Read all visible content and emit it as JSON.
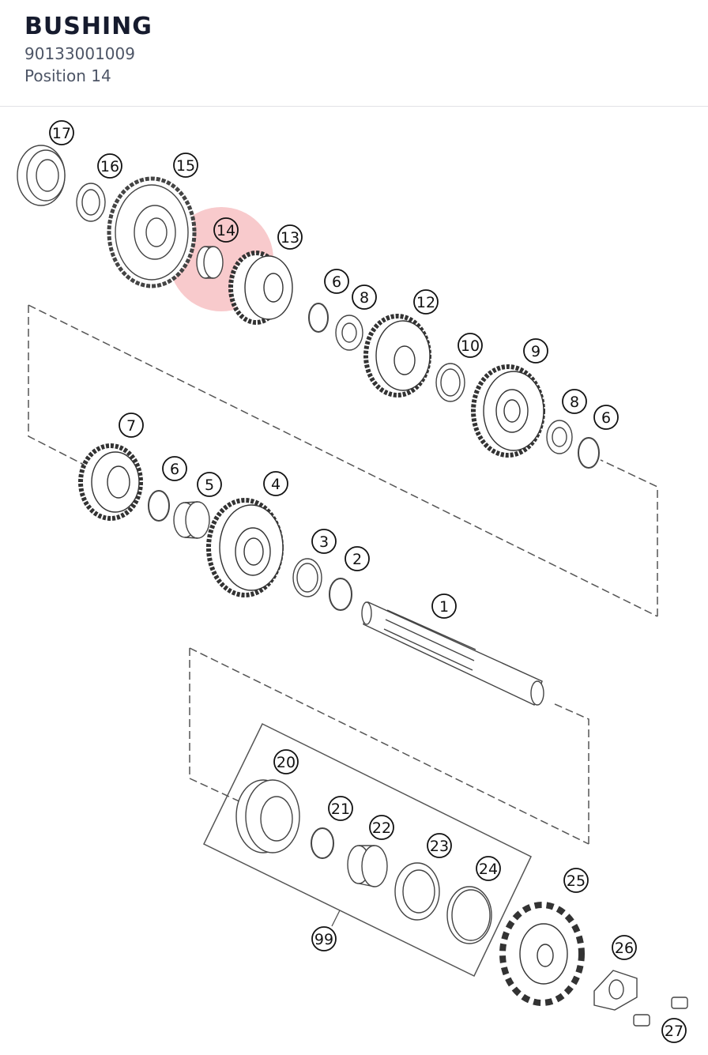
{
  "header": {
    "title": "BUSHING",
    "part_number": "90133001009",
    "position_label": "Position 14"
  },
  "diagram": {
    "highlight_color": "#f08a8f",
    "highlighted_callout": "14",
    "callouts": [
      "1",
      "2",
      "3",
      "4",
      "5",
      "6",
      "6",
      "6",
      "7",
      "8",
      "8",
      "9",
      "10",
      "12",
      "13",
      "14",
      "15",
      "16",
      "17",
      "20",
      "21",
      "22",
      "23",
      "24",
      "25",
      "26",
      "27",
      "99"
    ]
  }
}
